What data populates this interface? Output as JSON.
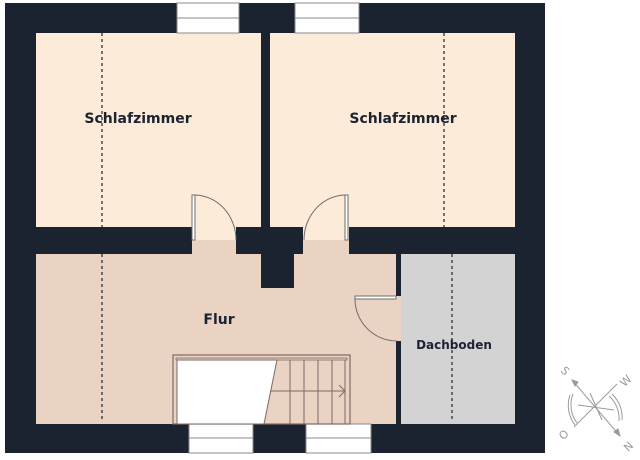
{
  "floorplan": {
    "colors": {
      "wall": "#1b2230",
      "bedroom": "#fdebd9",
      "hallway": "#ebd3c4",
      "attic": "#d3d3d3",
      "window": "#ffffff",
      "compass": "#9a9a9a"
    },
    "rooms": [
      {
        "id": "bedroom-1",
        "label": "Schlafzimmer"
      },
      {
        "id": "bedroom-2",
        "label": "Schlafzimmer"
      },
      {
        "id": "hallway",
        "label": "Flur"
      },
      {
        "id": "attic",
        "label": "Dachboden"
      }
    ],
    "compass": {
      "labels": {
        "north": "N",
        "south": "S",
        "east": "O",
        "west": "W"
      }
    }
  }
}
